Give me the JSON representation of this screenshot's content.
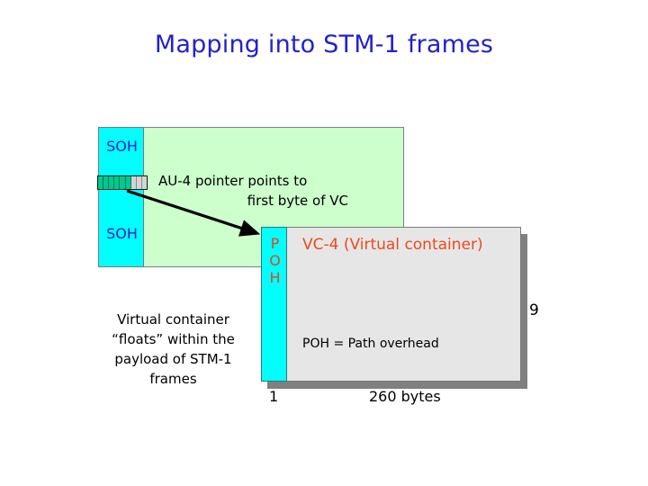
{
  "slide": {
    "title": "Mapping into STM-1 frames"
  },
  "stm1_frame": {
    "soh_label_top": "SOH",
    "soh_label_bottom": "SOH",
    "pointer_caption_line1": "AU-4 pointer points to",
    "pointer_caption_line2": "first byte of VC",
    "pointer_band": {
      "segments": [
        "green",
        "green",
        "green",
        "green",
        "green",
        "green",
        "grey",
        "grey",
        "grey"
      ]
    }
  },
  "vc4": {
    "title": "VC-4 (Virtual container)",
    "poh_letters": [
      "P",
      "O",
      "H"
    ],
    "poh_legend": "POH = Path overhead",
    "rows_label": "9",
    "first_column_label": "1",
    "width_label": "260 bytes"
  },
  "caption": {
    "text": "Virtual container “floats” within the payload of STM-1 frames"
  },
  "colors": {
    "title_blue": "#2222cc",
    "soh_cyan": "#00ffff",
    "payload_green": "#ccffcc",
    "vc4_grey": "#e6e6e6",
    "vc4_orange": "#ec4a1e",
    "pointer_green": "#00c98e",
    "pointer_grey": "#d4d4d4",
    "shadow_grey": "#808080"
  }
}
